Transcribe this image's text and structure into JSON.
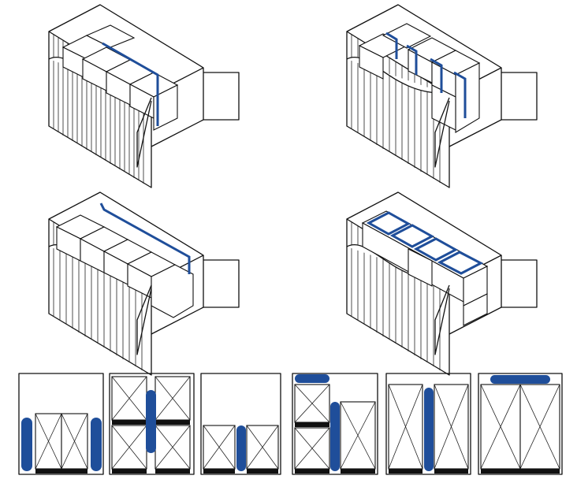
{
  "diagram": {
    "containers": [
      {
        "id": "c1",
        "bag_style": "vertical-between-columns"
      },
      {
        "id": "c2",
        "bag_style": "vertical-between-pallets"
      },
      {
        "id": "c3",
        "bag_style": "vertical-along-wall"
      },
      {
        "id": "c4",
        "bag_style": "horizontal-on-top"
      }
    ],
    "cross_sections": [
      {
        "id": "s1",
        "bag_style": "side-gaps-single-layer"
      },
      {
        "id": "s2",
        "bag_style": "center-gap-two-layers"
      },
      {
        "id": "s3",
        "bag_style": "center-gap-low"
      },
      {
        "id": "s4",
        "bag_style": "top-and-center-mixed"
      },
      {
        "id": "s5",
        "bag_style": "center-gap-tall"
      },
      {
        "id": "s6",
        "bag_style": "top-gap-tall"
      }
    ],
    "colors": {
      "airbag": "#1f4e9a",
      "outline": "#111111",
      "background": "#ffffff"
    }
  }
}
